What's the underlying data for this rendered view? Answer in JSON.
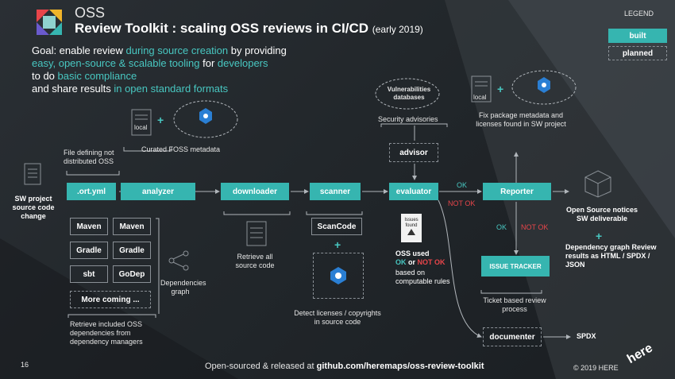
{
  "header": {
    "brand": "OSS",
    "title": "Review Toolkit : scaling OSS reviews in CI/CD",
    "subtitle": "(early 2019)"
  },
  "goal": {
    "l1a": "Goal: enable review ",
    "l1b": "during source creation",
    "l1c": " by providing",
    "l2a": "easy, open-source & scalable tooling",
    "l2b": " for ",
    "l2c": "developers",
    "l3a": "to do ",
    "l3b": "basic compliance",
    "l4a": "and share results ",
    "l4b": "in open standard formats"
  },
  "legend": {
    "title": "LEGEND",
    "built": "built",
    "planned": "planned"
  },
  "top": {
    "vuln_db": "Vulnerabilities databases",
    "security_advisories": "Security advisories",
    "local_left": "local",
    "local_right": "local",
    "curated": "Curated FOSS metadata",
    "fix_meta": "Fix package metadata and licenses found in SW project",
    "file_defining": "File defining not distributed OSS",
    "plus": "+"
  },
  "pipeline": {
    "sw_project": "SW project source code change",
    "ort_yml": ".ort.yml",
    "analyzer": "analyzer",
    "downloader": "downloader",
    "scanner": "scanner",
    "evaluator": "evaluator",
    "reporter": "Reporter",
    "advisor": "advisor",
    "ok": "OK",
    "not_ok": "NOT OK"
  },
  "managers": [
    "Maven",
    "Maven",
    "Gradle",
    "Gradle",
    "sbt",
    "GoDep"
  ],
  "more_coming": "More coming ...",
  "bottom": {
    "deps_graph": "Dependencies graph",
    "retrieve_included": "Retrieve included OSS dependencies from dependency managers",
    "retrieve_all": "Retrieve all source code",
    "scancode": "ScanCode",
    "detect": "Detect licenses / copyrights in source code",
    "issues_found": "Issues found",
    "oss_used": "OSS used",
    "ok_word": "OK",
    "or_word": " or ",
    "not_ok_word": "NOT OK",
    "based_on": "based on computable rules",
    "open_source_notices": "Open Source notices SW deliverable",
    "dep_graph": "Dependency graph Review results as HTML / SPDX / JSON",
    "ok2": "OK",
    "not_ok2": "NOT OK",
    "issue_tracker": "ISSUE TRACKER",
    "ticket": "Ticket based review process",
    "documenter": "documenter",
    "spdx": "SPDX"
  },
  "footer": {
    "page": "16",
    "open_sourced": "Open-sourced & released at ",
    "url": "github.com/heremaps/oss-review-toolkit",
    "copyright": "© 2019 HERE",
    "logo_text": "here"
  },
  "colors": {
    "accent": "#36b5b0",
    "alert": "#e8454a",
    "background": "#1f2327"
  }
}
